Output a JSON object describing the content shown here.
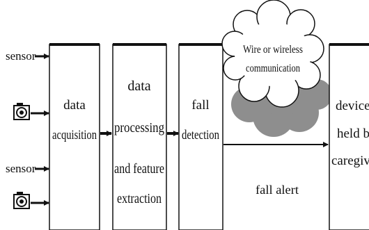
{
  "colors": {
    "ink": "#111111",
    "cloud_shadow": "#8e8e8e",
    "background": "#ffffff"
  },
  "inputs": {
    "sensor_top": "sensor",
    "sensor_bottom": "sensor",
    "camera_icon": "camera-icon"
  },
  "blocks": {
    "data_acquisition": {
      "line1": "data",
      "line2": "acquisition"
    },
    "data_processing": {
      "line1": "data",
      "line2": "processing",
      "line3": "and feature",
      "line4": "extraction"
    },
    "fall_detection": {
      "line1": "fall",
      "line2": "detection"
    },
    "caregiver_devices": {
      "line1": "devices",
      "line2": "held by",
      "line3": "caregivers"
    }
  },
  "cloud": {
    "line1": "Wire or wireless",
    "line2": "communication"
  },
  "alert": {
    "label": "fall alert"
  }
}
